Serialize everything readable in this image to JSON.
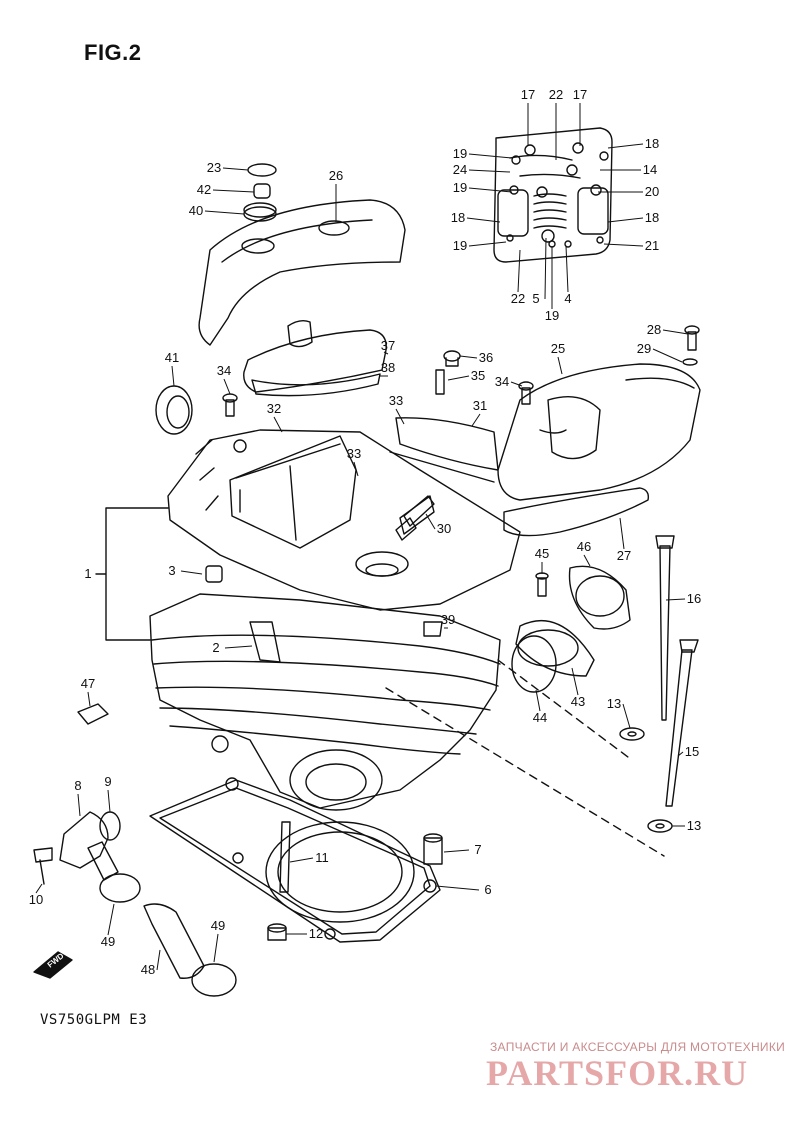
{
  "figure_label": "FIG.2",
  "model_code": "VS750GLPM E3",
  "fwd_mark": "FWD",
  "watermark_caption": "ЗАПЧАСТИ И АКСЕССУАРЫ ДЛЯ МОТОТЕХНИКИ",
  "watermark_logo": "PARTSFOR.RU",
  "callouts": [
    "1",
    "2",
    "3",
    "4",
    "5",
    "6",
    "7",
    "8",
    "9",
    "10",
    "11",
    "12",
    "13",
    "13",
    "14",
    "15",
    "16",
    "17",
    "17",
    "18",
    "18",
    "18",
    "19",
    "19",
    "19",
    "19",
    "20",
    "21",
    "22",
    "22",
    "23",
    "24",
    "25",
    "26",
    "27",
    "28",
    "29",
    "30",
    "31",
    "32",
    "33",
    "33",
    "34",
    "34",
    "35",
    "36",
    "37",
    "38",
    "39",
    "40",
    "41",
    "42",
    "43",
    "44",
    "45",
    "46",
    "47",
    "48",
    "49",
    "49"
  ]
}
